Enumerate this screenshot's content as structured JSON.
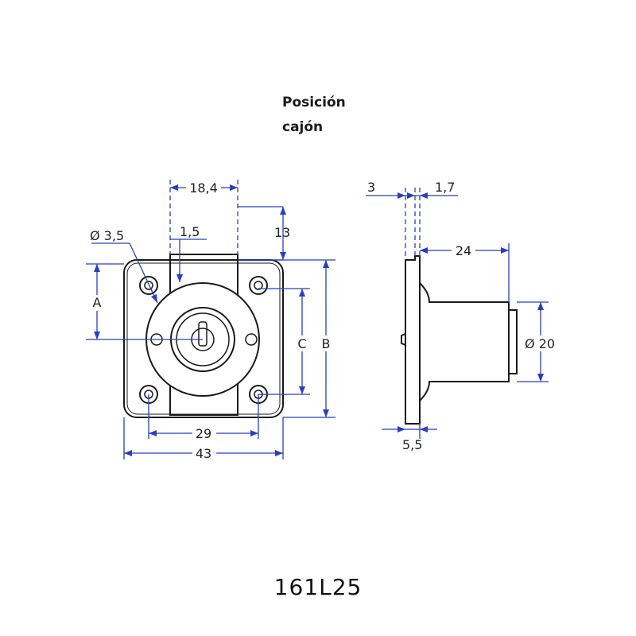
{
  "title": {
    "line1": "Posición",
    "line2": "cajón"
  },
  "model": "161L25",
  "dimensions": {
    "top_width": "18,4",
    "top_height": "13",
    "slot": "1,5",
    "hole_diameter": "Ø 3,5",
    "label_a": "A",
    "label_b": "B",
    "label_c": "C",
    "hole_spacing": "29",
    "plate_width": "43",
    "side_thickness_a": "3",
    "side_thickness_b": "1,7",
    "body_length": "24",
    "body_diameter": "Ø 20",
    "plate_depth": "5,5"
  },
  "colors": {
    "line": "#1a1a1a",
    "dim": "#2a3fbf"
  }
}
